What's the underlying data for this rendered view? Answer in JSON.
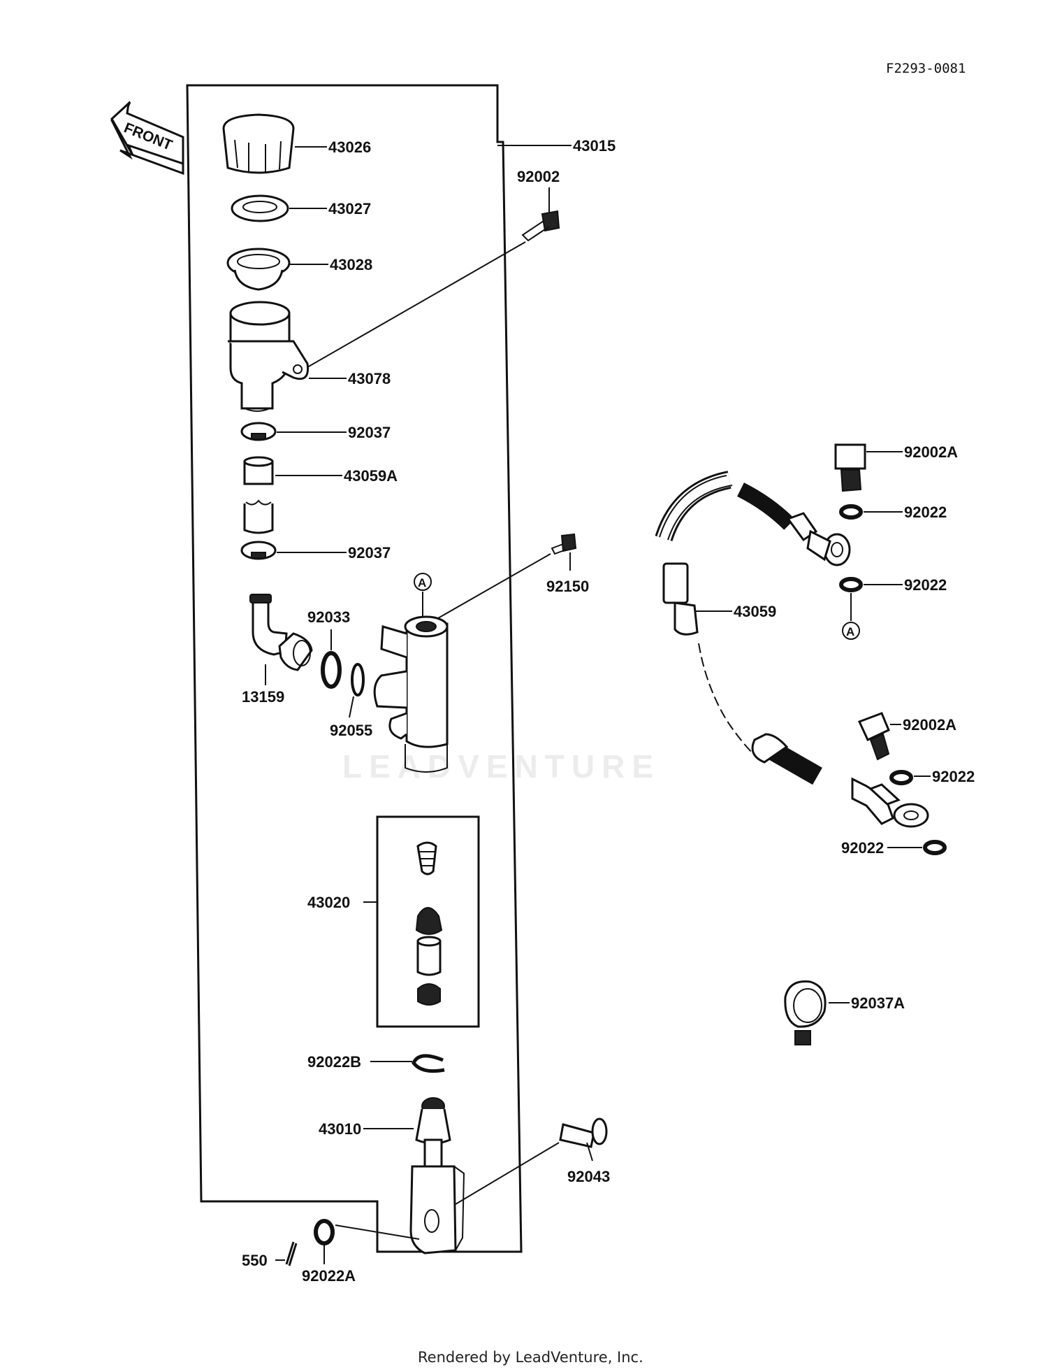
{
  "diagram_code": "F2293-0081",
  "front_label": "FRONT",
  "watermark": "LEADVENTURE",
  "reference_mark": "A",
  "footer": "Rendered by LeadVenture, Inc.",
  "parts": {
    "p43026": "43026",
    "p43015": "43015",
    "p43027": "43027",
    "p92002": "92002",
    "p43028": "43028",
    "p43078": "43078",
    "p92037_a": "92037",
    "p43059A": "43059A",
    "p92037_b": "92037",
    "p92150": "92150",
    "p92033": "92033",
    "p13159": "13159",
    "p92055": "92055",
    "p43020": "43020",
    "p92022B": "92022B",
    "p43010": "43010",
    "p92043": "92043",
    "p550": "550",
    "p92022A": "92022A",
    "p92002A_top": "92002A",
    "p92022_1": "92022",
    "p92022_2": "92022",
    "p43059": "43059",
    "p92002A_mid": "92002A",
    "p92022_3": "92022",
    "p92022_4": "92022",
    "p92037A": "92037A"
  }
}
